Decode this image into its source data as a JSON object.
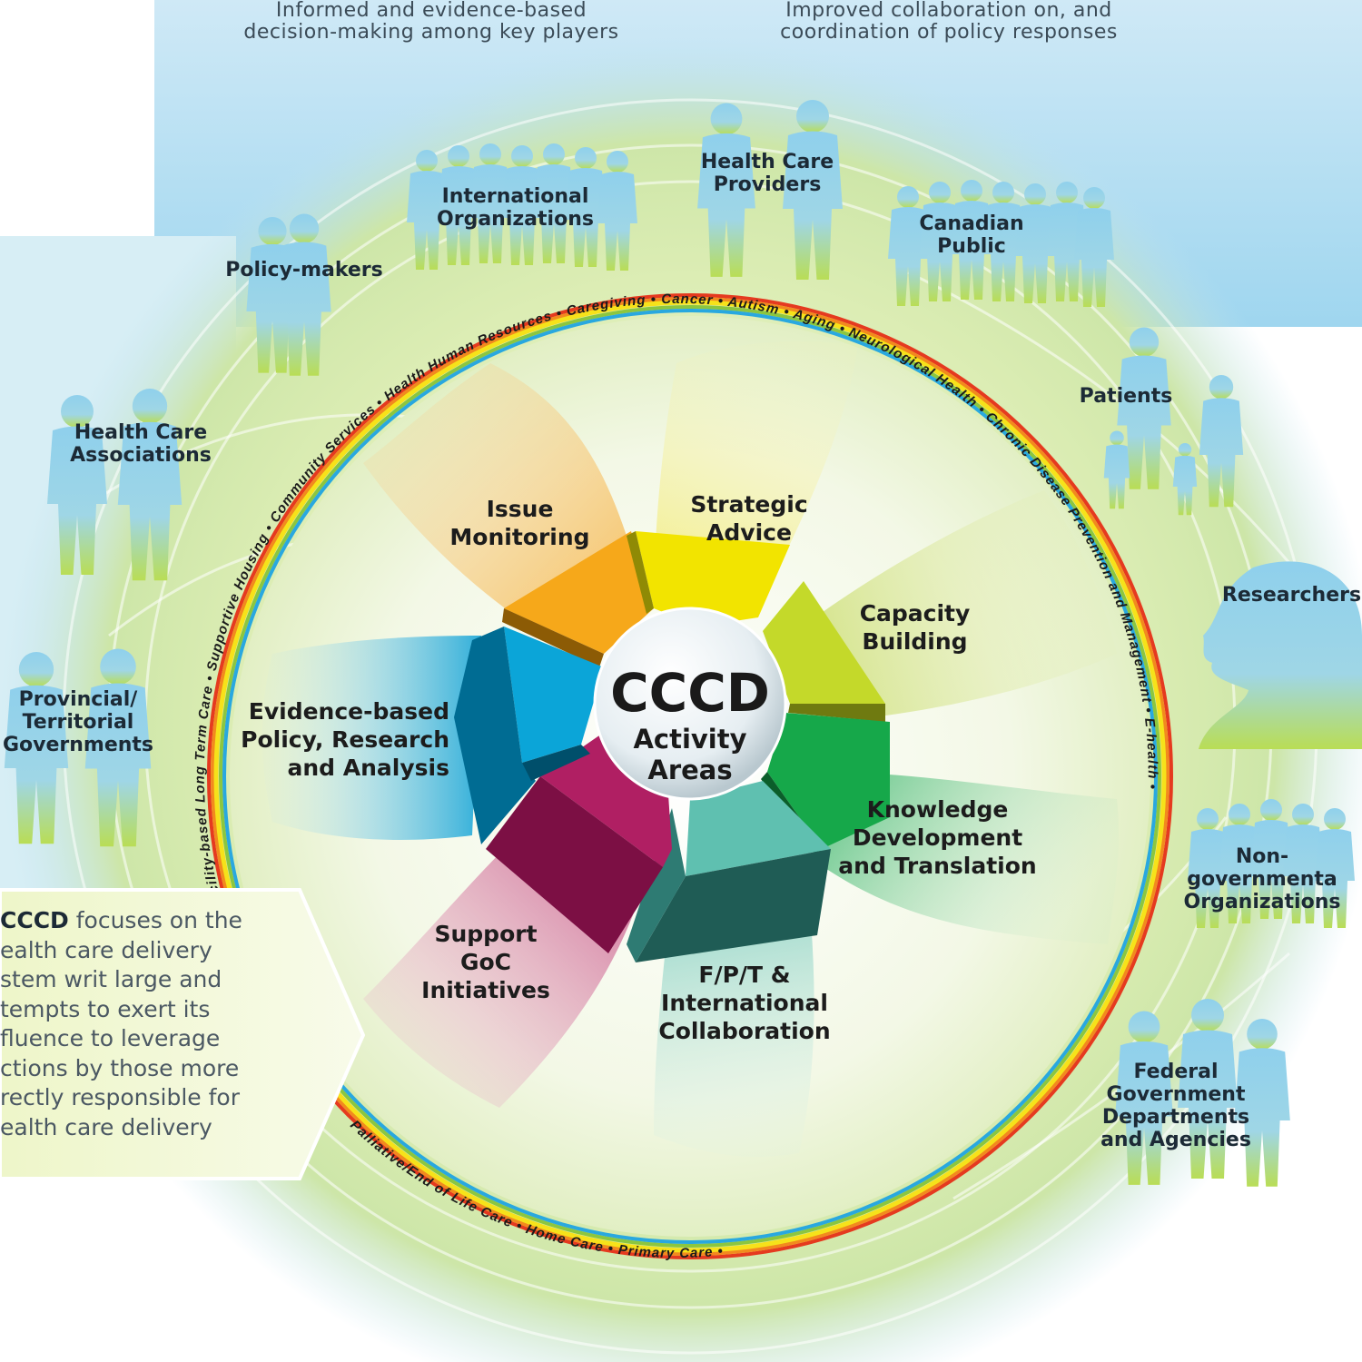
{
  "captions": {
    "left": "Informed and evidence-based\ndecision-making among key players",
    "right": "Improved collaboration on, and\ncoordination of policy responses"
  },
  "stakeholders": {
    "international_organizations": "International\nOrganizations",
    "health_care_providers": "Health Care\nProviders",
    "canadian_public": "Canadian\nPublic",
    "policy_makers": "Policy-makers",
    "health_care_associations": "Health Care\nAssociations",
    "patients": "Patients",
    "researchers": "Researchers",
    "provincial_territorial_governments": "Provincial/\nTerritorial\nGovernments",
    "non_governmental_organizations": "Non-governmenta\nOrganizations",
    "federal_departments": "Federal\nGovernment\nDepartments\nand Agencies"
  },
  "center": {
    "title": "CCCD",
    "subtitle": "Activity\nAreas"
  },
  "activities": {
    "issue_monitoring": "Issue\nMonitoring",
    "strategic_advice": "Strategic\nAdvice",
    "capacity_building": "Capacity\nBuilding",
    "evidence_based": "Evidence-based\nPolicy, Research\nand Analysis",
    "knowledge_development": "Knowledge\nDevelopment\nand Translation",
    "support_goc": "Support\nGoC\nInitiatives",
    "fpt_collaboration": "F/P/T &\nInternational\nCollaboration"
  },
  "ring_topics_top": "Facility-based Long Term Care  •  Supportive Housing  •  Community Services  •  Health Human Resources  •  Caregiving  •  Cancer  •  Autism  •  Aging  •  Neurological Health  •  Chronic Disease Prevention and Management  •  E-health  •",
  "ring_topics_bottom": "Palliative/End of Life Care  •  Home Care  •  Primary Care  •",
  "note": {
    "lead": "CCCD",
    "line1_rest": " focuses on the",
    "line2": "ealth care delivery",
    "line3": "stem writ large and",
    "line4": "tempts to exert its",
    "line5": "fluence to leverage",
    "line6": "ctions by those more",
    "line7": "rectly responsible for",
    "line8": "ealth care delivery"
  },
  "colors": {
    "sky": "#bfe3f3",
    "people_top": "#8fd0ec",
    "people_bottom": "#b5dc5a",
    "issue": "#f6a81a",
    "strategic": "#f2e400",
    "capacity": "#c4d92a",
    "knowledge": "#16a84a",
    "fpt": "#5fc0b0",
    "support": "#b01f63",
    "evidence": "#0ba5d8"
  }
}
